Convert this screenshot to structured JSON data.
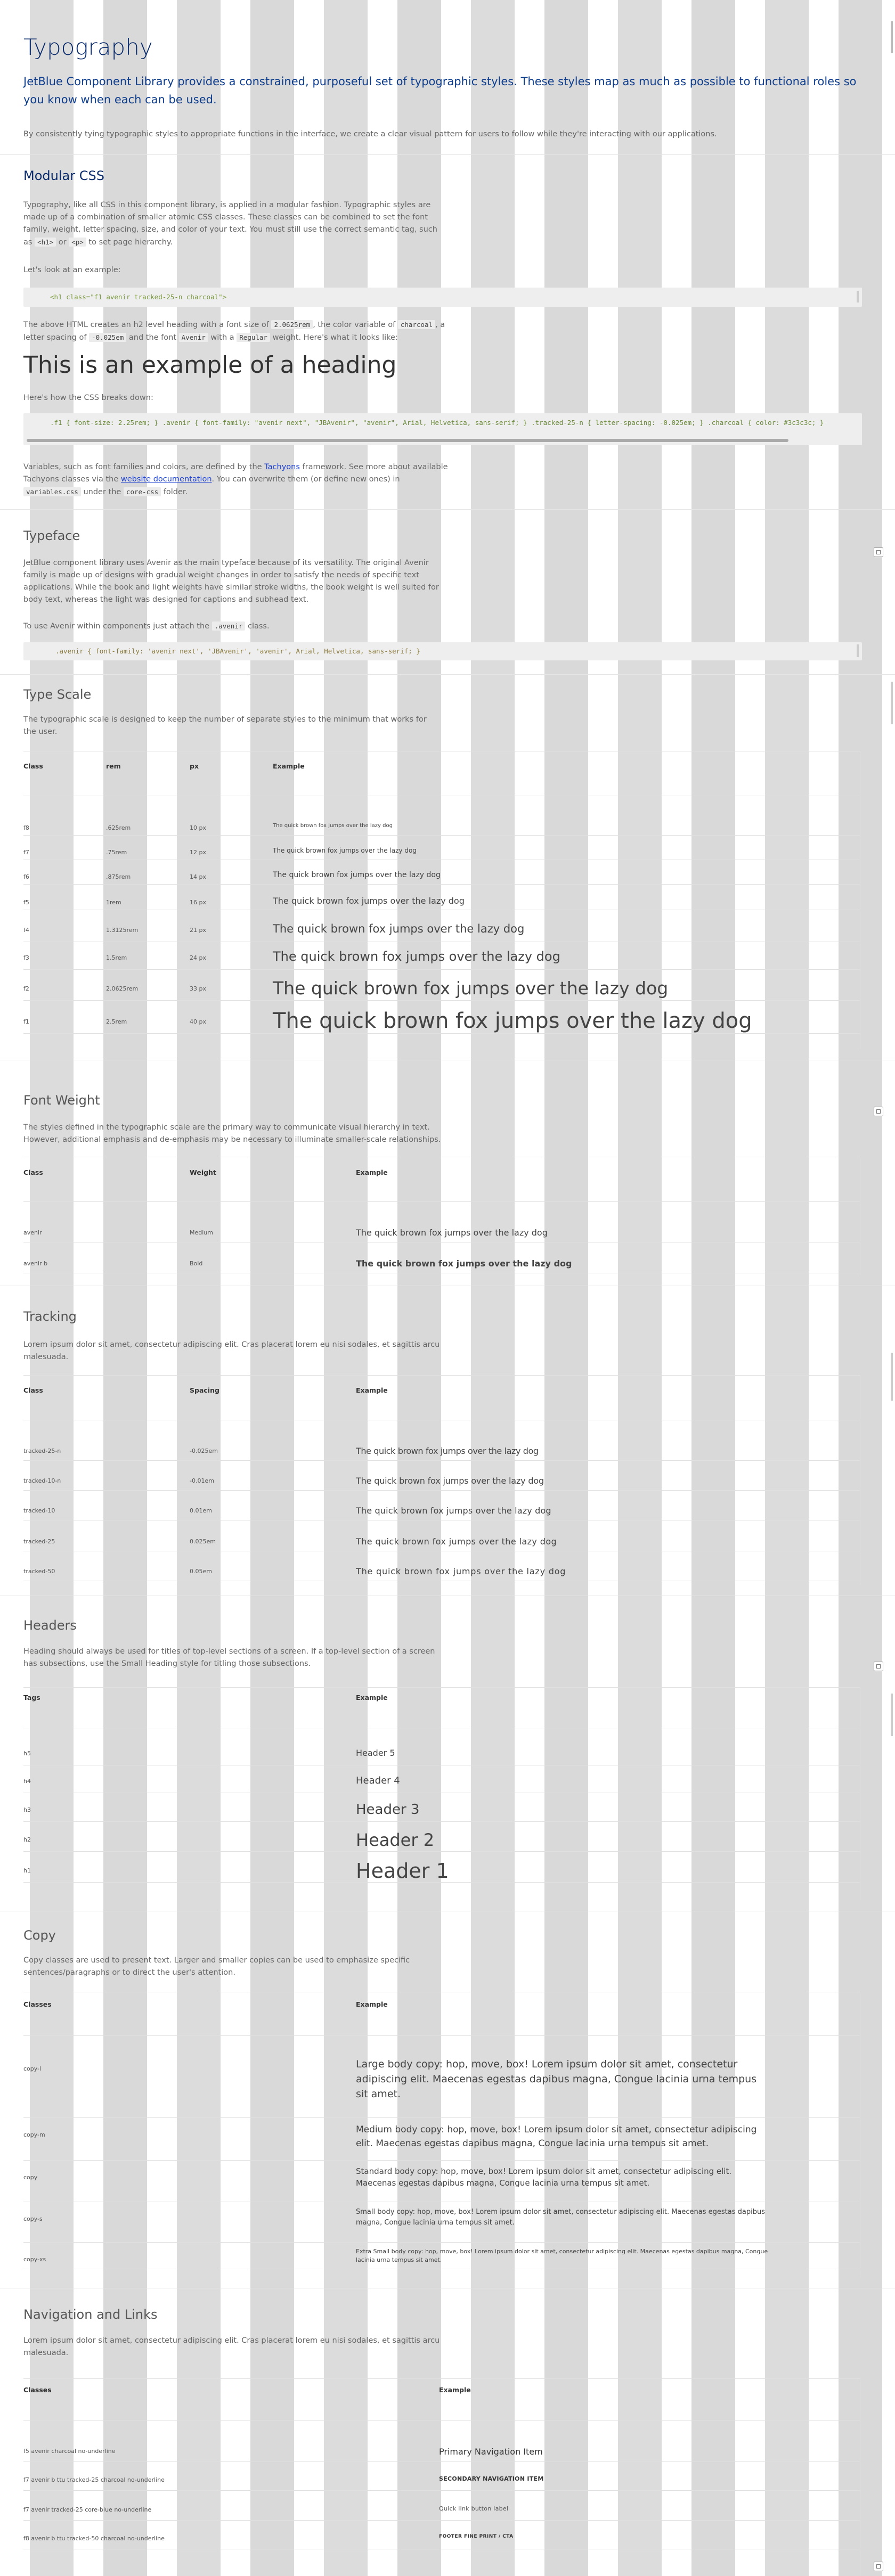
{
  "intro": {
    "title": "Typography",
    "lead": "JetBlue Component Library provides a constrained, purposeful set of typographic styles. These styles map as much as possible to functional roles so you know when each can be used.",
    "text": "By consistently tying typographic styles to appropriate functions in the interface, we create a clear visual pattern for users to follow while they're interacting with our applications."
  },
  "modular": {
    "title": "Modular CSS",
    "p1": "Typography, like all CSS in this component library, is applied in a modular fashion. Typographic styles are made up of a combination of smaller atomic CSS classes. These classes can be combined to set the font family, weight, letter spacing, size, and color of your text. You must still use the correct semantic tag, such as",
    "p1_code1": "<h1>",
    "p1_or": " or ",
    "p1_code2": "<p>",
    "p1_end": " to set page hierarchy.",
    "p2": "Let's look at an example:",
    "code1": "<h1 class=\"f1 avenir tracked-25-n charcoal\">",
    "p3a": "The above HTML creates an h2 level heading with a font size of ",
    "p3c1": "2.0625rem",
    "p3b": ", the color variable of ",
    "p3c2": "charcoal",
    "p3c": ", a letter spacing of ",
    "p3c3": "-0.025em",
    "p3d": " and the font ",
    "p3c4": "Avenir",
    "p3e": " with a ",
    "p3c5": "Regular",
    "p3f": " weight. Here's what it looks like:",
    "example_heading": "This is an example of a heading",
    "p4": "Here's how the CSS breaks down:",
    "code2": ".f1 { font-size: 2.25rem; } .avenir { font-family: \"avenir next\", \"JBAvenir\", \"avenir\", Arial, Helvetica, sans-serif; } .tracked-25-n { letter-spacing: -0.025em; } .charcoal { color: #3c3c3c; }",
    "p5a": "Variables, such as font families and colors, are defined by the ",
    "p5link1": "Tachyons",
    "p5b": " framework. See more about available Tachyons classes via the ",
    "p5link2": "website documentation",
    "p5c": ". You can overwrite them (or define new ones) in ",
    "p5code1": "variables.css",
    "p5d": " under the ",
    "p5code2": "core-css",
    "p5e": " folder."
  },
  "typeface": {
    "title": "Typeface",
    "p1": "JetBlue component library uses Avenir as the main typeface because of its versatility. The original Avenir family is made up of designs with gradual weight changes in order to satisfy the needs of specific text applications. While the book and light weights have similar stroke widths, the book weight is well suited for body text, whereas the light was designed for captions and subhead text.",
    "p2a": "To use Avenir within components just attach the ",
    "p2code": ".avenir",
    "p2b": " class.",
    "code": ".avenir { font-family: 'avenir next', 'JBAvenir', 'avenir', Arial, Helvetica, sans-serif; }"
  },
  "scale": {
    "title": "Type Scale",
    "p": "The typographic scale is designed to keep the number of separate styles to the minimum that works for the user.",
    "headers": [
      "Class",
      "rem",
      "px",
      "Example"
    ],
    "rows": [
      {
        "cls": "f8",
        "rem": ".625rem",
        "px": "10 px",
        "ex": "The quick brown fox jumps over the lazy dog"
      },
      {
        "cls": "f7",
        "rem": ".75rem",
        "px": "12 px",
        "ex": "The quick brown fox jumps over the lazy dog"
      },
      {
        "cls": "f6",
        "rem": ".875rem",
        "px": "14 px",
        "ex": "The quick brown fox jumps over the lazy dog"
      },
      {
        "cls": "f5",
        "rem": "1rem",
        "px": "16 px",
        "ex": "The quick brown fox jumps over the lazy dog"
      },
      {
        "cls": "f4",
        "rem": "1.3125rem",
        "px": "21 px",
        "ex": "The quick brown fox jumps over the lazy dog"
      },
      {
        "cls": "f3",
        "rem": "1.5rem",
        "px": "24 px",
        "ex": "The quick brown fox jumps over the lazy dog"
      },
      {
        "cls": "f2",
        "rem": "2.0625rem",
        "px": "33 px",
        "ex": "The quick brown fox jumps over the lazy dog"
      },
      {
        "cls": "f1",
        "rem": "2.5rem",
        "px": "40 px",
        "ex": "The quick brown fox jumps over the lazy dog"
      }
    ]
  },
  "weight": {
    "title": "Font Weight",
    "p": "The styles defined in the typographic scale are the primary way to communicate visual hierarchy in text. However, additional emphasis and de-emphasis may be necessary to illuminate smaller-scale relationships.",
    "headers": [
      "Class",
      "Weight",
      "Example"
    ],
    "rows": [
      {
        "cls": "avenir",
        "w": "Medium",
        "ex": "The quick brown fox jumps over the lazy dog"
      },
      {
        "cls": "avenir b",
        "w": "Bold",
        "ex": "The quick brown fox jumps over the lazy dog"
      }
    ]
  },
  "tracking": {
    "title": "Tracking",
    "p": "Lorem ipsum dolor sit amet, consectetur adipiscing elit. Cras placerat lorem eu nisi sodales, et sagittis arcu malesuada.",
    "headers": [
      "Class",
      "Spacing",
      "Example"
    ],
    "rows": [
      {
        "cls": "tracked-25-n",
        "sp": "-0.025em",
        "ex": "The quick brown fox jumps over the lazy dog"
      },
      {
        "cls": "tracked-10-n",
        "sp": "-0.01em",
        "ex": "The quick brown fox jumps over the lazy dog"
      },
      {
        "cls": "tracked-10",
        "sp": "0.01em",
        "ex": "The quick brown fox jumps over the lazy dog"
      },
      {
        "cls": "tracked-25",
        "sp": "0.025em",
        "ex": "The quick brown fox jumps over the lazy dog"
      },
      {
        "cls": "tracked-50",
        "sp": "0.05em",
        "ex": "The quick brown fox jumps over the lazy dog"
      }
    ]
  },
  "headers": {
    "title": "Headers",
    "p": "Heading should always be used for titles of top-level sections of a screen. If a top-level section of a screen has subsections, use the Small Heading style for titling those subsections.",
    "th": [
      "Tags",
      "Example"
    ],
    "rows": [
      {
        "tag": "h5",
        "ex": "Header 5"
      },
      {
        "tag": "h4",
        "ex": "Header 4"
      },
      {
        "tag": "h3",
        "ex": "Header 3"
      },
      {
        "tag": "h2",
        "ex": "Header 2"
      },
      {
        "tag": "h1",
        "ex": "Header 1"
      }
    ]
  },
  "copy": {
    "title": "Copy",
    "p": "Copy classes are used to present text. Larger and smaller copies can be used to emphasize specific sentences/paragraphs or to direct the user's attention.",
    "th": [
      "Classes",
      "Example"
    ],
    "rows": [
      {
        "cls": "copy-l",
        "ex": "Large body copy: hop, move, box! Lorem ipsum dolor sit amet, consectetur adipiscing elit. Maecenas egestas dapibus magna, Congue lacinia urna tempus sit amet."
      },
      {
        "cls": "copy-m",
        "ex": "Medium body copy: hop, move, box! Lorem ipsum dolor sit amet, consectetur adipiscing elit. Maecenas egestas dapibus magna, Congue lacinia urna tempus sit amet."
      },
      {
        "cls": "copy",
        "ex": "Standard body copy: hop, move, box! Lorem ipsum dolor sit amet, consectetur adipiscing elit. Maecenas egestas dapibus magna, Congue lacinia urna tempus sit amet."
      },
      {
        "cls": "copy-s",
        "ex": "Small body copy: hop, move, box! Lorem ipsum dolor sit amet, consectetur adipiscing elit. Maecenas egestas dapibus magna, Congue lacinia urna tempus sit amet."
      },
      {
        "cls": "copy-xs",
        "ex": "Extra Small body copy: hop, move, box! Lorem ipsum dolor sit amet, consectetur adipiscing elit. Maecenas egestas dapibus magna, Congue lacinia urna tempus sit amet."
      }
    ]
  },
  "nav": {
    "title": "Navigation and Links",
    "p": "Lorem ipsum dolor sit amet, consectetur adipiscing elit. Cras placerat lorem eu nisi sodales, et sagittis arcu malesuada.",
    "th": [
      "Classes",
      "Example"
    ],
    "rows": [
      {
        "cls": "f5 avenir charcoal no-underline",
        "ex": "Primary Navigation Item"
      },
      {
        "cls": "f7 avenir b ttu tracked-25 charcoal no-underline",
        "ex": "SECONDARY NAVIGATION ITEM"
      },
      {
        "cls": "f7 avenir tracked-25 core-blue no-underline",
        "ex": "Quick link button label"
      },
      {
        "cls": "f8 avenir b ttu tracked-50 charcoal no-underline",
        "ex": "FOOTER FINE PRINT / CTA"
      }
    ]
  },
  "colors": {
    "title_blue": "#0a2b6b",
    "lead_blue": "#0d3d8c",
    "link_blue": "#1a3fd1"
  }
}
